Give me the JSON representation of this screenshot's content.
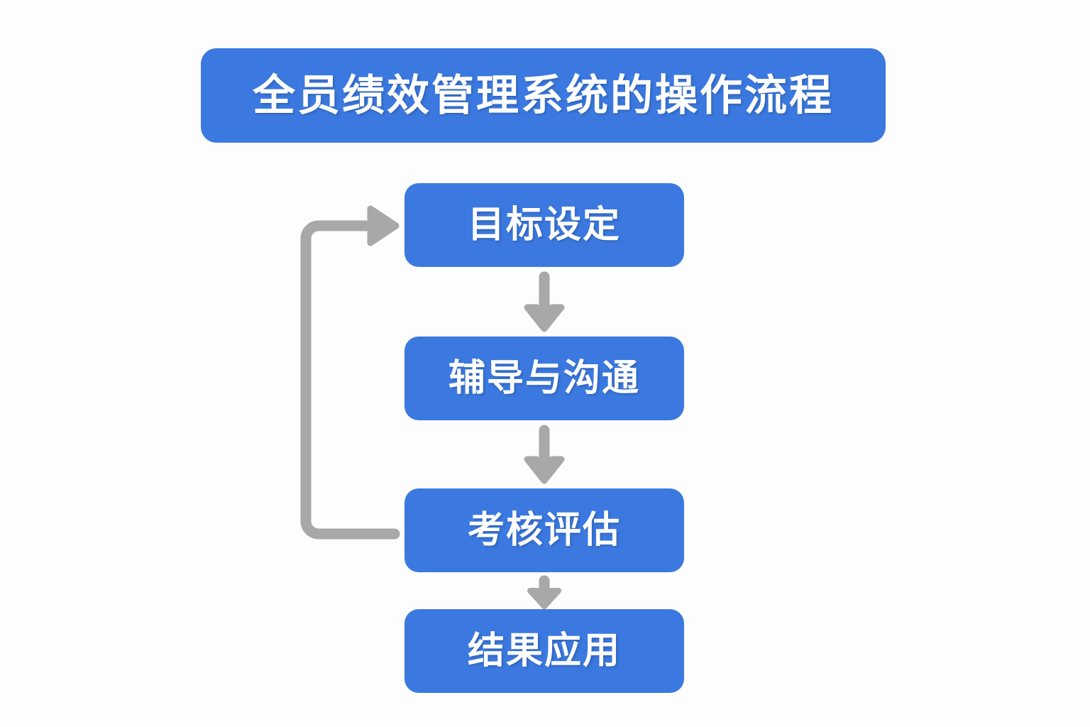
{
  "diagram": {
    "title": "全员绩效管理系统的操作流程",
    "background_color": "#fdfdfd",
    "accent_color": "#3b79e0",
    "node_text_color": "#ffffff",
    "connector_color": "#a8a8a8",
    "nodes": [
      {
        "id": "goal-setting",
        "label": "目标设定"
      },
      {
        "id": "coaching",
        "label": "辅导与沟通"
      },
      {
        "id": "assessment",
        "label": "考核评估"
      },
      {
        "id": "results-applied",
        "label": "结果应用"
      }
    ],
    "connectors": [
      {
        "id": "arrow-goal-to-coaching",
        "from": "goal-setting",
        "to": "coaching",
        "kind": "down-arrow"
      },
      {
        "id": "arrow-coaching-to-assessment",
        "from": "coaching",
        "to": "assessment",
        "kind": "down-arrow"
      },
      {
        "id": "arrow-assessment-to-results",
        "from": "assessment",
        "to": "results-applied",
        "kind": "down-arrow"
      },
      {
        "id": "arrow-feedback-loop",
        "from": "assessment",
        "to": "goal-setting",
        "kind": "loop-back-arrow"
      }
    ]
  }
}
